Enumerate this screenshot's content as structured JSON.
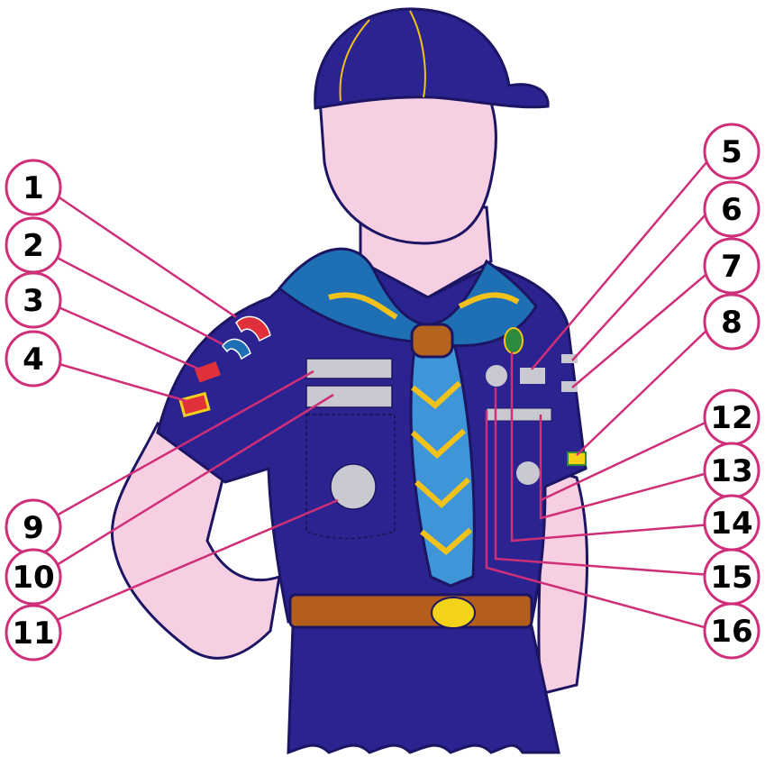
{
  "colors": {
    "uniform": "#2b238f",
    "uniform_dark": "#1b1563",
    "skin": "#f7cfe3",
    "skin_outline": "#1b1563",
    "scarf": "#1f6fb5",
    "scarf_light": "#3e95d8",
    "yellow_stripe": "#f2c21b",
    "woggle": "#b4641d",
    "belt": "#b55d1d",
    "buckle": "#f3d21a",
    "badge_grey": "#c9c9d1",
    "leader_line": "#cf2f78",
    "badge_red": "#e0303a"
  },
  "callouts": [
    {
      "id": "1",
      "label": "1"
    },
    {
      "id": "2",
      "label": "2"
    },
    {
      "id": "3",
      "label": "3"
    },
    {
      "id": "4",
      "label": "4"
    },
    {
      "id": "5",
      "label": "5"
    },
    {
      "id": "6",
      "label": "6"
    },
    {
      "id": "7",
      "label": "7"
    },
    {
      "id": "8",
      "label": "8"
    },
    {
      "id": "9",
      "label": "9"
    },
    {
      "id": "10",
      "label": "10"
    },
    {
      "id": "11",
      "label": "11"
    },
    {
      "id": "12",
      "label": "12"
    },
    {
      "id": "13",
      "label": "13"
    },
    {
      "id": "14",
      "label": "14"
    },
    {
      "id": "15",
      "label": "15"
    },
    {
      "id": "16",
      "label": "16"
    }
  ]
}
